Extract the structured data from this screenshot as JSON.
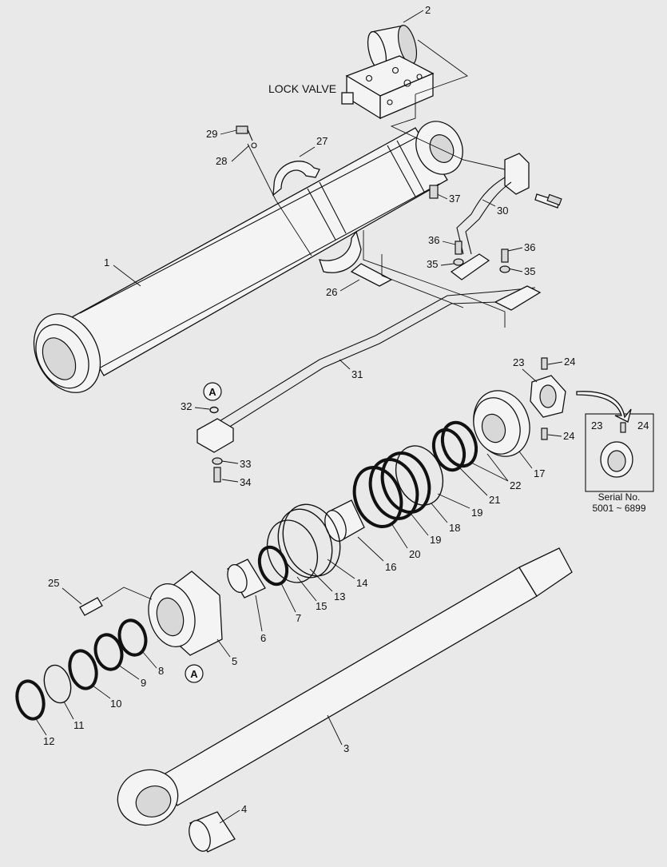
{
  "title_labels": {
    "lock_valve": "LOCK VALVE",
    "serial_line1": "Serial No.",
    "serial_line2": "5001 ~ 6899",
    "ref_a_top": "A",
    "ref_a_bottom": "A"
  },
  "parts": [
    "1",
    "2",
    "3",
    "4",
    "5",
    "6",
    "7",
    "8",
    "9",
    "10",
    "11",
    "12",
    "13",
    "14",
    "15",
    "16",
    "17",
    "18",
    "19",
    "19",
    "20",
    "21",
    "22",
    "23",
    "23",
    "24",
    "24",
    "24",
    "25",
    "26",
    "27",
    "28",
    "29",
    "30",
    "31",
    "32",
    "33",
    "34",
    "35",
    "35",
    "36",
    "36",
    "37"
  ]
}
